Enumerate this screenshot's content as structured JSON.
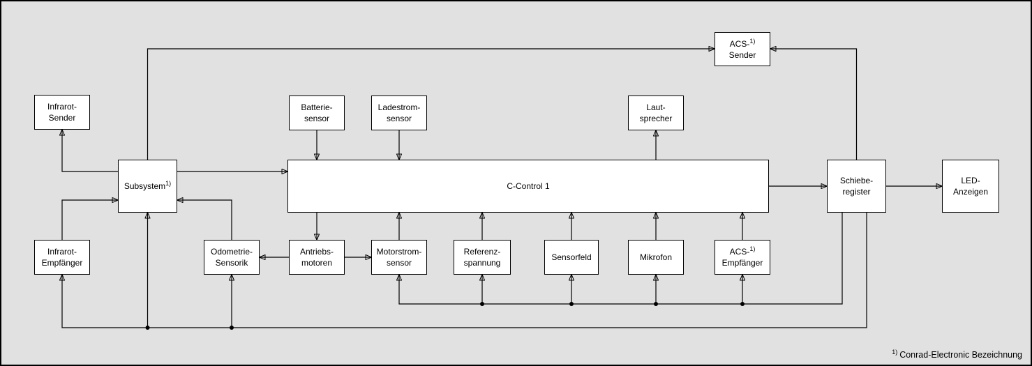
{
  "diagram": {
    "colors": {
      "background": "#e1e1e1",
      "box_fill": "#ffffff",
      "line": "#000000",
      "text": "#000000"
    },
    "nodes": {
      "infrarot_sender": {
        "line1": "Infrarot-",
        "line2": "Sender"
      },
      "infrarot_empfaenger": {
        "line1": "Infrarot-",
        "line2": "Empfänger"
      },
      "subsystem": {
        "line1": "Subsystem",
        "sup": "1)"
      },
      "odometrie_sensorik": {
        "line1": "Odometrie-",
        "line2": "Sensorik"
      },
      "antriebsmotoren": {
        "line1": "Antriebs-",
        "line2": "motoren"
      },
      "batteriesensor": {
        "line1": "Batterie-",
        "line2": "sensor"
      },
      "ladestromsensor": {
        "line1": "Ladestrom-",
        "line2": "sensor"
      },
      "c_control": {
        "line1": "C-Control 1"
      },
      "motorstromsensor": {
        "line1": "Motorstrom-",
        "line2": "sensor"
      },
      "referenzspannung": {
        "line1": "Referenz-",
        "line2": "spannung"
      },
      "sensorfeld": {
        "line1": "Sensorfeld"
      },
      "mikrofon": {
        "line1": "Mikrofon"
      },
      "lautsprecher": {
        "line1": "Laut-",
        "line2": "sprecher"
      },
      "acs_empfaenger": {
        "line1": "ACS-",
        "sup": "1)",
        "line2": "Empfänger"
      },
      "acs_sender": {
        "line1": "ACS-",
        "sup": "1)",
        "line2": "Sender"
      },
      "schieberegister": {
        "line1": "Schiebe-",
        "line2": "register"
      },
      "led_anzeigen": {
        "line1": "LED-",
        "line2": "Anzeigen"
      }
    },
    "edges": [
      {
        "from": "Subsystem",
        "to": "ACS-Sender"
      },
      {
        "from": "Schieberegister",
        "to": "ACS-Sender"
      },
      {
        "from": "Subsystem",
        "to": "Infrarot-Sender"
      },
      {
        "from": "Infrarot-Empfänger",
        "to": "Subsystem"
      },
      {
        "from": "Subsystem",
        "to": "C-Control 1"
      },
      {
        "from": "Odometrie-Sensorik",
        "to": "Subsystem"
      },
      {
        "from": "Batterie-sensor",
        "to": "C-Control 1"
      },
      {
        "from": "Ladestrom-sensor",
        "to": "C-Control 1"
      },
      {
        "from": "C-Control 1",
        "to": "Laut-sprecher"
      },
      {
        "from": "C-Control 1",
        "to": "Antriebs-motoren"
      },
      {
        "from": "Antriebs-motoren",
        "to": "Odometrie-Sensorik"
      },
      {
        "from": "Antriebs-motoren",
        "to": "Motorstrom-sensor"
      },
      {
        "from": "Motorstrom-sensor",
        "to": "C-Control 1"
      },
      {
        "from": "Referenz-spannung",
        "to": "C-Control 1"
      },
      {
        "from": "Sensorfeld",
        "to": "C-Control 1"
      },
      {
        "from": "Mikrofon",
        "to": "C-Control 1"
      },
      {
        "from": "ACS-Empfänger",
        "to": "C-Control 1"
      },
      {
        "from": "C-Control 1",
        "to": "Schiebe-register"
      },
      {
        "from": "Schiebe-register",
        "to": "LED-Anzeigen"
      },
      {
        "from": "Schiebe-register",
        "to": "Motorstrom-sensor"
      },
      {
        "from": "Schiebe-register",
        "to": "Referenz-spannung"
      },
      {
        "from": "Schiebe-register",
        "to": "Sensorfeld"
      },
      {
        "from": "Schiebe-register",
        "to": "Mikrofon"
      },
      {
        "from": "Schiebe-register",
        "to": "ACS-Empfänger"
      },
      {
        "from": "Schiebe-register",
        "to": "Infrarot-Empfänger"
      },
      {
        "from": "Schiebe-register",
        "to": "Subsystem"
      },
      {
        "from": "Schiebe-register",
        "to": "Odometrie-Sensorik"
      }
    ],
    "footnote": {
      "sup": "1)",
      "text": "Conrad-Electronic Bezeichnung"
    }
  }
}
